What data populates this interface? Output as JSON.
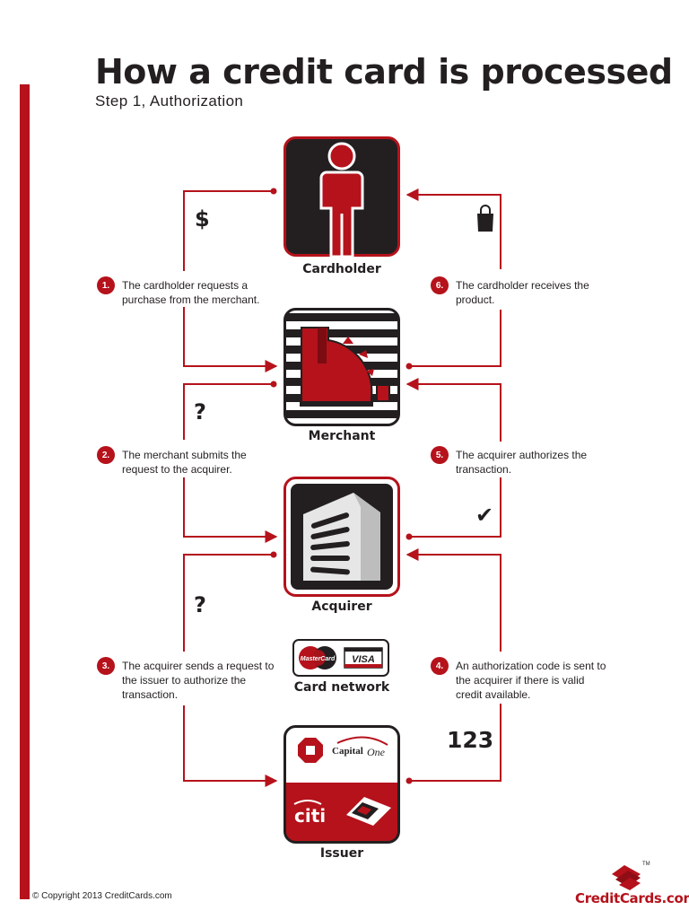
{
  "title": "How a credit card is processed",
  "subtitle": "Step 1, Authorization",
  "nodes": {
    "cardholder": "Cardholder",
    "merchant": "Merchant",
    "acquirer": "Acquirer",
    "card_network": "Card network",
    "issuer": "Issuer"
  },
  "steps": [
    {
      "num": "1.",
      "text": "The cardholder requests a purchase from the merchant."
    },
    {
      "num": "2.",
      "text": "The merchant submits the request to the acquirer."
    },
    {
      "num": "3.",
      "text": "The acquirer sends a request to the issuer to authorize the transaction."
    },
    {
      "num": "4.",
      "text": "An authorization code is sent to the acquirer if there is valid credit available."
    },
    {
      "num": "5.",
      "text": "The acquirer authorizes the transaction."
    },
    {
      "num": "6.",
      "text": "The cardholder receives the product."
    }
  ],
  "symbols": {
    "dollar": "$",
    "question_1": "?",
    "question_2": "?",
    "check": "✔",
    "code": "123"
  },
  "logos": {
    "mastercard": "MasterCard",
    "visa": "VISA",
    "capital_one": "Capital",
    "capital_one_script": "One",
    "citi": "citi"
  },
  "footer": {
    "copyright": "© Copyright 2013 CreditCards.com",
    "brand": "CreditCards.com",
    "tm": "TM"
  },
  "colors": {
    "accent": "#b5121b",
    "dark": "#231f20"
  }
}
